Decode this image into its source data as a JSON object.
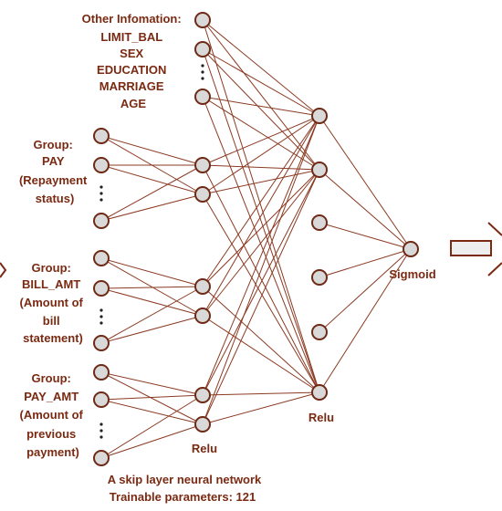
{
  "colors": {
    "text": "#7a2a12",
    "edge": "#8b3a22",
    "node_fill": "#d9d9d9",
    "node_stroke": "#6e2a14",
    "arrow_fill": "#eeeeee"
  },
  "groups": [
    {
      "id": "other",
      "lines": [
        "Other Infomation:",
        "LIMIT_BAL",
        "SEX",
        "EDUCATION",
        "MARRIAGE",
        "AGE"
      ]
    },
    {
      "id": "pay",
      "lines": [
        "Group:",
        "PAY",
        "(Repayment",
        "status)"
      ]
    },
    {
      "id": "bill",
      "lines": [
        "Group:",
        "BILL_AMT",
        "(Amount of",
        "bill",
        "statement)"
      ]
    },
    {
      "id": "payamt",
      "lines": [
        "Group:",
        "PAY_AMT",
        "(Amount of",
        "previous",
        "payment)"
      ]
    }
  ],
  "activations": {
    "layer1": "Relu",
    "layer2": "Relu",
    "output": "Sigmoid"
  },
  "caption": {
    "line1": "A skip layer neural network",
    "line2": "Trainable parameters:  121"
  }
}
